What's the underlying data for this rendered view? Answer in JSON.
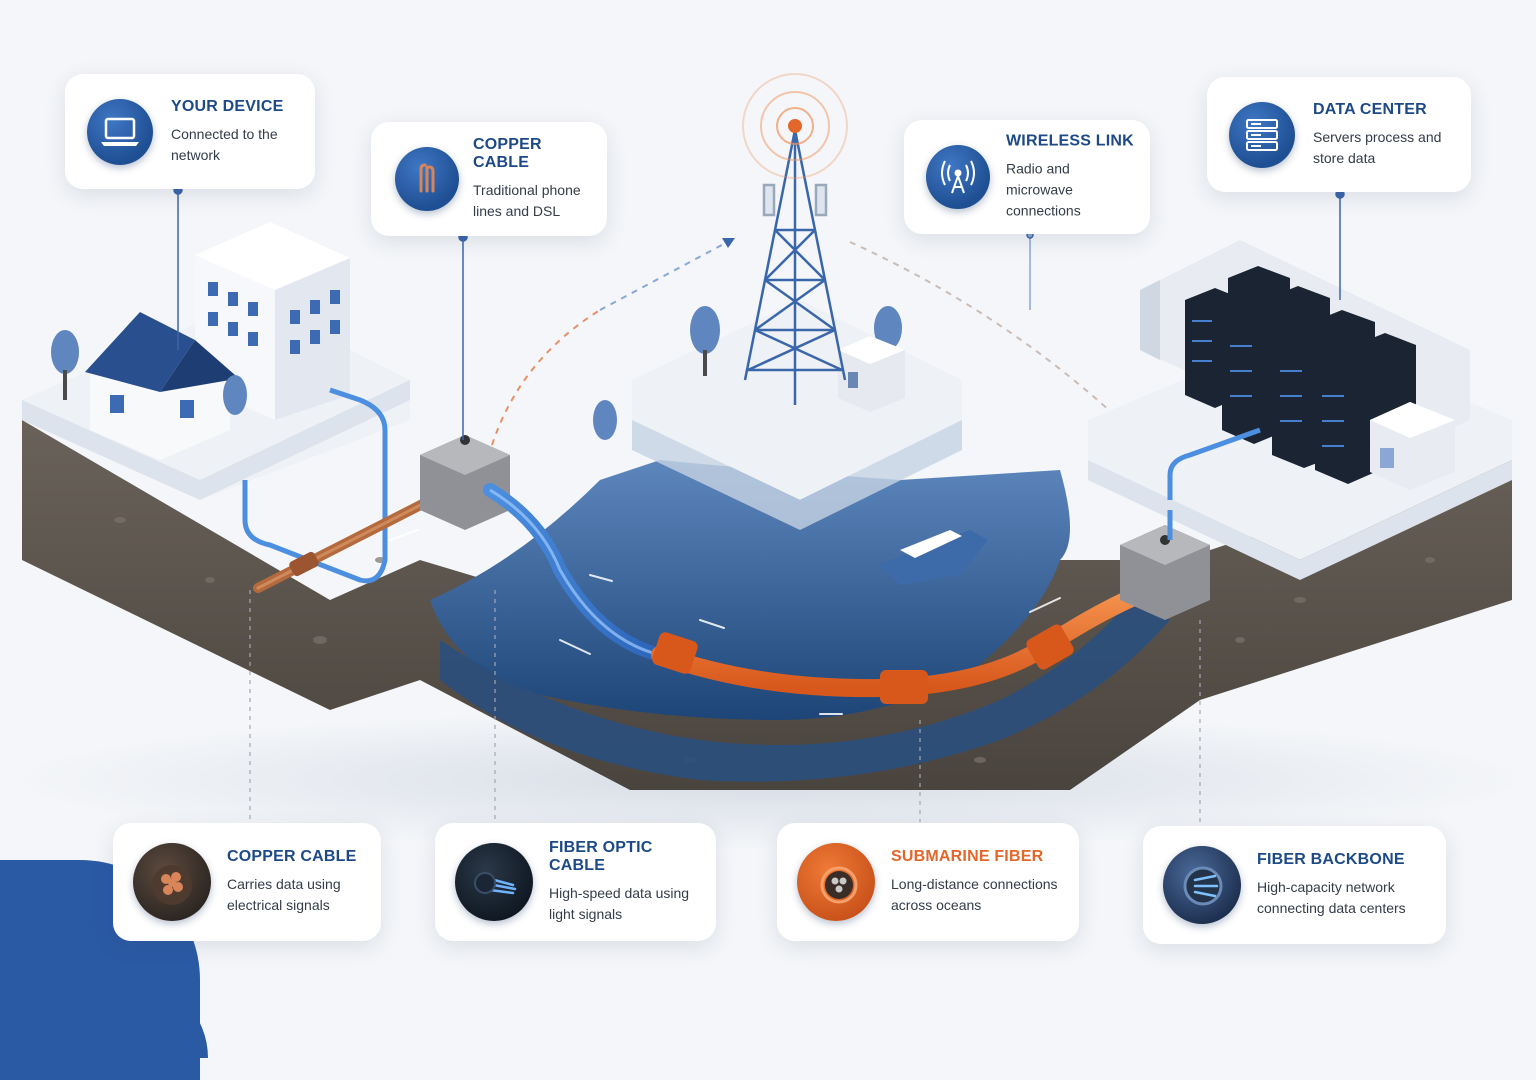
{
  "cards_top": [
    {
      "id": "device",
      "title": "YOUR DEVICE",
      "lines": [
        "Connected to the",
        "network"
      ],
      "icon": "laptop-icon"
    },
    {
      "id": "copper_top",
      "title": "COPPER CABLE",
      "lines": [
        "Traditional phone",
        "lines and DSL"
      ],
      "icon": "copper-wires-icon"
    },
    {
      "id": "wireless",
      "title": "WIRELESS LINK",
      "lines": [
        "Radio and microwave",
        "connections"
      ],
      "icon": "radio-antenna-icon"
    },
    {
      "id": "datacenter",
      "title": "DATA CENTER",
      "lines": [
        "Servers process and",
        "store data"
      ],
      "icon": "server-rack-icon"
    }
  ],
  "cards_bottom": [
    {
      "id": "copper",
      "title": "COPPER CABLE",
      "lines": [
        "Carries data using",
        "electrical signals"
      ],
      "icon": "copper-cable-cross-section-icon"
    },
    {
      "id": "fiber",
      "title": "FIBER OPTIC CABLE",
      "lines": [
        "High-speed data using",
        "light signals"
      ],
      "icon": "fiber-optic-cross-section-icon"
    },
    {
      "id": "submarine",
      "title": "SUBMARINE FIBER",
      "lines": [
        "Long-distance connections",
        "across oceans"
      ],
      "icon": "submarine-cable-cross-section-icon",
      "accent": "#e3662a"
    },
    {
      "id": "backbone",
      "title": "FIBER BACKBONE",
      "lines": [
        "High-capacity network",
        "connecting data centers"
      ],
      "icon": "fiber-backbone-cross-section-icon"
    }
  ],
  "colors": {
    "navy": "#1d4a86",
    "brand_blue": "#2b5aa4",
    "orange": "#e3662a",
    "water": "#2c5e9e",
    "soil": "#5e574f",
    "copper": "#b56a3e"
  }
}
